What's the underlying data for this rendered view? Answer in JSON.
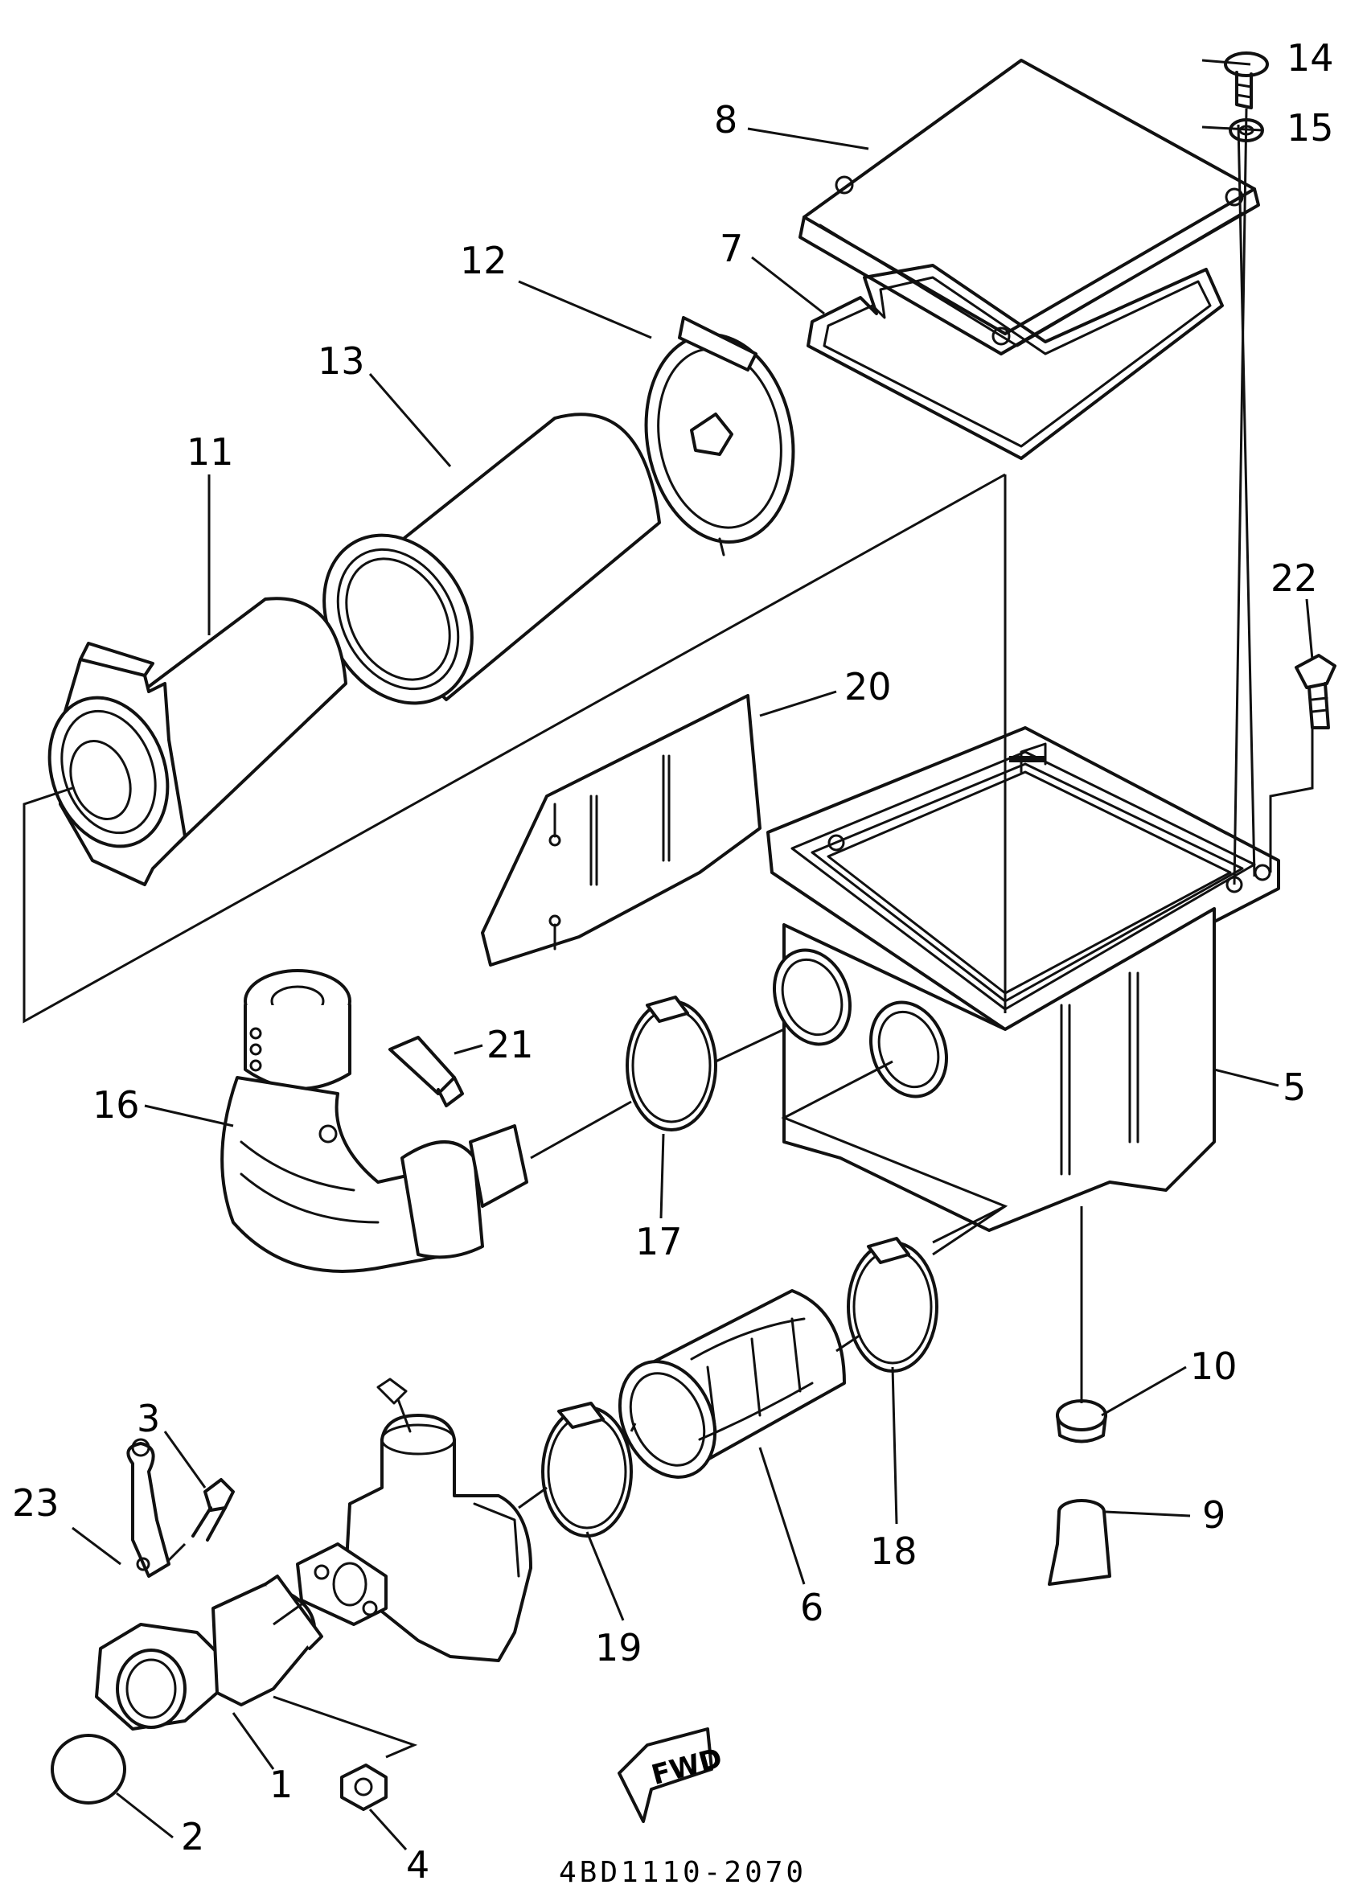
{
  "diagram": {
    "part_number_code": "4BD1110-2070",
    "direction_tag": "FWD",
    "callouts": [
      "1",
      "2",
      "3",
      "4",
      "5",
      "6",
      "7",
      "8",
      "9",
      "10",
      "11",
      "12",
      "13",
      "14",
      "15",
      "16",
      "17",
      "18",
      "19",
      "20",
      "21",
      "22",
      "23"
    ]
  }
}
